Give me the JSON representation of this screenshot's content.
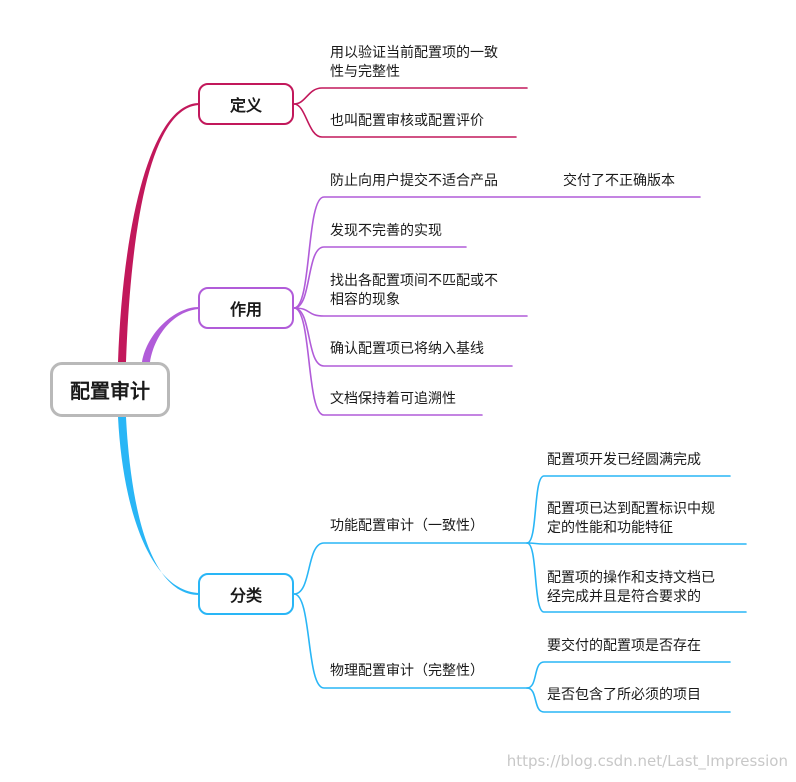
{
  "colors": {
    "root_border": "#b9b9b9",
    "branch_definition": "#c2185b",
    "branch_purpose": "#b15cd9",
    "branch_classification": "#29b6f6"
  },
  "root": {
    "label": "配置审计"
  },
  "branches": {
    "definition": {
      "label": "定义",
      "items": [
        {
          "line1": "用以验证当前配置项的一致",
          "line2": "性与完整性"
        },
        {
          "line1": "也叫配置审核或配置评价"
        }
      ]
    },
    "purpose": {
      "label": "作用",
      "items": [
        {
          "line1": "防止向用户提交不适合产品",
          "child": "交付了不正确版本"
        },
        {
          "line1": "发现不完善的实现"
        },
        {
          "line1": "找出各配置项间不匹配或不",
          "line2": "相容的现象"
        },
        {
          "line1": "确认配置项已将纳入基线"
        },
        {
          "line1": "文档保持着可追溯性"
        }
      ]
    },
    "classification": {
      "label": "分类",
      "items": [
        {
          "label": "功能配置审计（一致性）",
          "children": [
            {
              "line1": "配置项开发已经圆满完成"
            },
            {
              "line1": "配置项已达到配置标识中规",
              "line2": "定的性能和功能特征"
            },
            {
              "line1": "配置项的操作和支持文档已",
              "line2": "经完成并且是符合要求的"
            }
          ]
        },
        {
          "label": "物理配置审计（完整性）",
          "children": [
            {
              "line1": "要交付的配置项是否存在"
            },
            {
              "line1": "是否包含了所必须的项目"
            }
          ]
        }
      ]
    }
  },
  "watermark": "https://blog.csdn.net/Last_Impression"
}
